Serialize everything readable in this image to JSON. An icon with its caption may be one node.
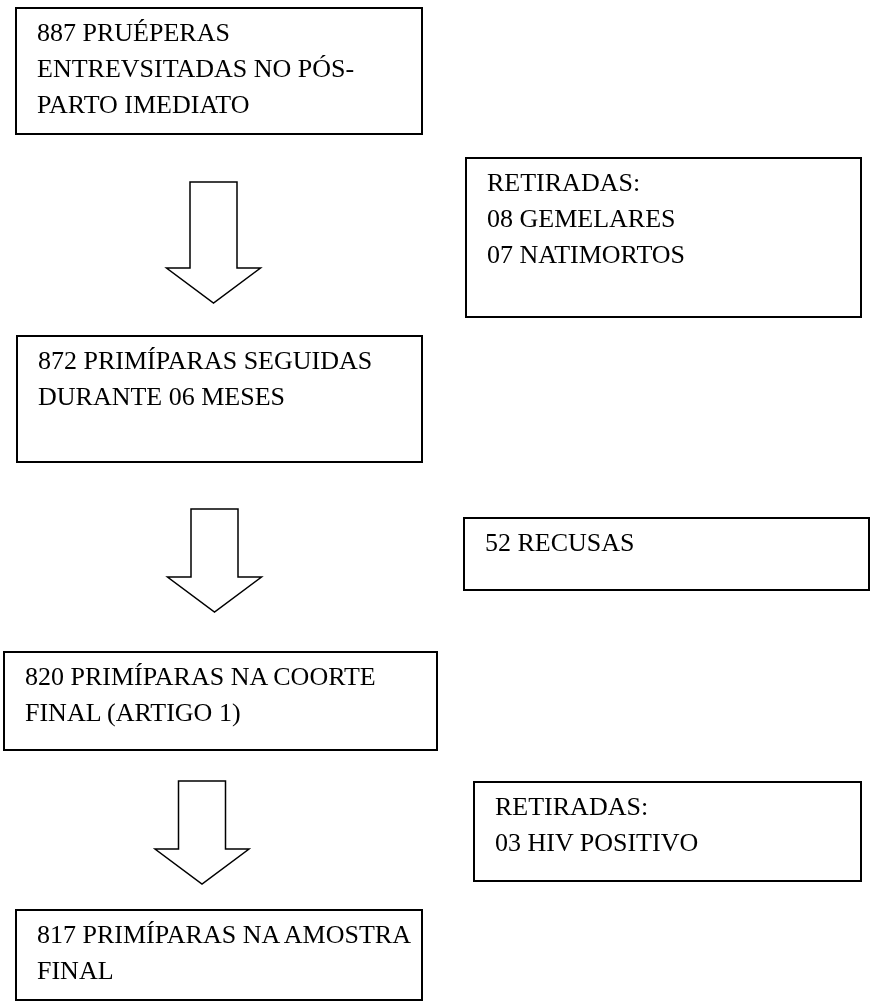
{
  "diagram": {
    "nodes": [
      {
        "text": [
          "887 PRUÉPERAS ENTREVSITADAS NO PÓS-PARTO IMEDIATO"
        ]
      },
      {
        "text": [
          "RETIRADAS:",
          "08 GEMELARES",
          "07 NATIMORTOS"
        ]
      },
      {
        "text": [
          "872 PRIMÍPARAS SEGUIDAS DURANTE 06 MESES"
        ]
      },
      {
        "text": [
          "52 RECUSAS"
        ]
      },
      {
        "text": [
          "820 PRIMÍPARAS NA COORTE FINAL (ARTIGO 1)"
        ]
      },
      {
        "text": [
          "RETIRADAS:",
          "03 HIV POSITIVO"
        ]
      },
      {
        "text": [
          "817 PRIMÍPARAS NA AMOSTRA FINAL"
        ]
      }
    ],
    "edges": [
      {
        "from": 0,
        "to": 2,
        "arrow": "to"
      },
      {
        "from": 2,
        "to": 4,
        "arrow": "to"
      },
      {
        "from": 4,
        "to": 6,
        "arrow": "to"
      }
    ]
  }
}
